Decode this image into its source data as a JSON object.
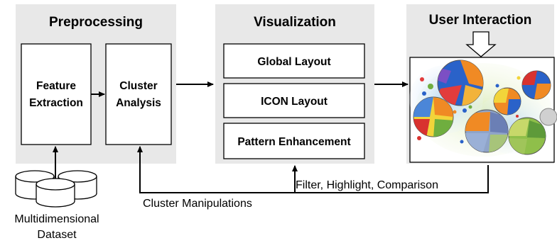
{
  "panels": {
    "preprocessing": {
      "title": "Preprocessing"
    },
    "visualization": {
      "title": "Visualization"
    },
    "user_interaction": {
      "title": "User Interaction"
    }
  },
  "boxes": {
    "feature_extraction": {
      "line1": "Feature",
      "line2": "Extraction"
    },
    "cluster_analysis": {
      "line1": "Cluster",
      "line2": "Analysis"
    },
    "global_layout": "Global Layout",
    "icon_layout": "ICON Layout",
    "pattern_enhancement": "Pattern Enhancement"
  },
  "dataset": {
    "line1": "Multidimensional",
    "line2": "Dataset"
  },
  "feedback": {
    "user_actions": "Filter, Highlight, Comparison",
    "cluster_manipulations": "Cluster Manipulations"
  },
  "colors": {
    "panel": "#e8e8e8",
    "line": "#000000",
    "cluster_blue": "#2a62c9",
    "cluster_orange": "#f08a24",
    "cluster_yellow": "#f2d43a",
    "cluster_red": "#d8322f",
    "cluster_green": "#6fae3f"
  }
}
